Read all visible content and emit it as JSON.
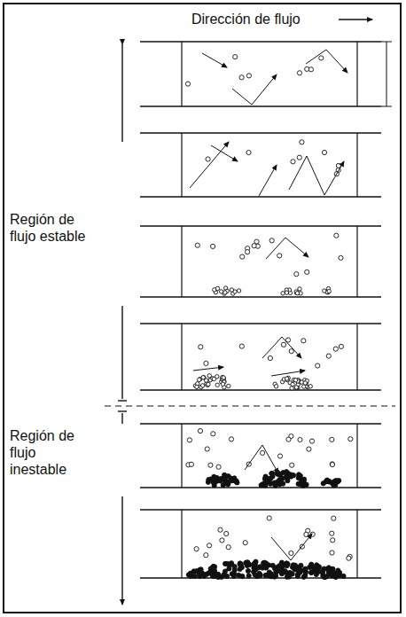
{
  "diagram": {
    "labels": [
      "Dirección de flujo",
      "Región de flujo estable",
      "Región de flujo inestable"
    ]
  }
}
